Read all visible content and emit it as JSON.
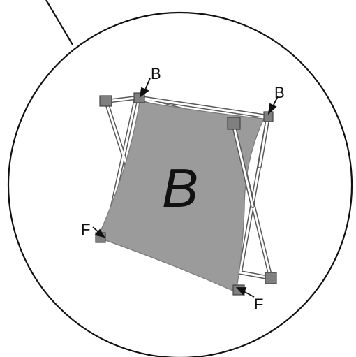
{
  "diagram": {
    "big_label": "B",
    "callouts": {
      "top_left": "B",
      "top_right": "B",
      "bottom_left": "F",
      "bottom_right": "F"
    }
  },
  "colors": {
    "panel": "#9b9b9b",
    "frame": "#ffffff",
    "frame_edge": "#5a5a5a",
    "hub": "#7f7f7f",
    "outline": "#111111"
  }
}
